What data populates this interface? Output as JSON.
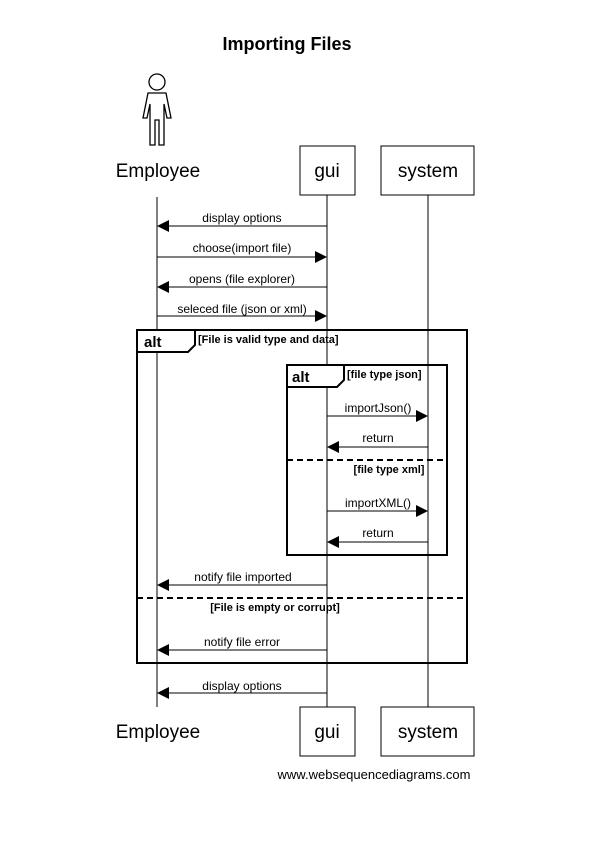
{
  "diagram": {
    "title": "Importing Files",
    "footer": "www.websequencediagrams.com",
    "participants": {
      "employee": "Employee",
      "gui": "gui",
      "system": "system"
    },
    "messages": [
      {
        "from": "gui",
        "to": "employee",
        "text": "display options"
      },
      {
        "from": "employee",
        "to": "gui",
        "text": "choose(import file)"
      },
      {
        "from": "gui",
        "to": "employee",
        "text": "opens (file explorer)"
      },
      {
        "from": "employee",
        "to": "gui",
        "text": "seleced file (json or xml)"
      },
      {
        "from": "gui",
        "to": "system",
        "text": "importJson()"
      },
      {
        "from": "system",
        "to": "gui",
        "text": "return"
      },
      {
        "from": "gui",
        "to": "system",
        "text": "importXML()"
      },
      {
        "from": "system",
        "to": "gui",
        "text": "return"
      },
      {
        "from": "gui",
        "to": "employee",
        "text": "notify file imported"
      },
      {
        "from": "gui",
        "to": "employee",
        "text": "notify file error"
      },
      {
        "from": "gui",
        "to": "employee",
        "text": "display options"
      }
    ],
    "outer_frame": {
      "operator": "alt",
      "guard1": "[File is valid type and data]",
      "guard2": "[File is empty or corrupt]"
    },
    "inner_frame": {
      "operator": "alt",
      "guard1": "[file type json]",
      "guard2": "[file type xml]"
    }
  }
}
